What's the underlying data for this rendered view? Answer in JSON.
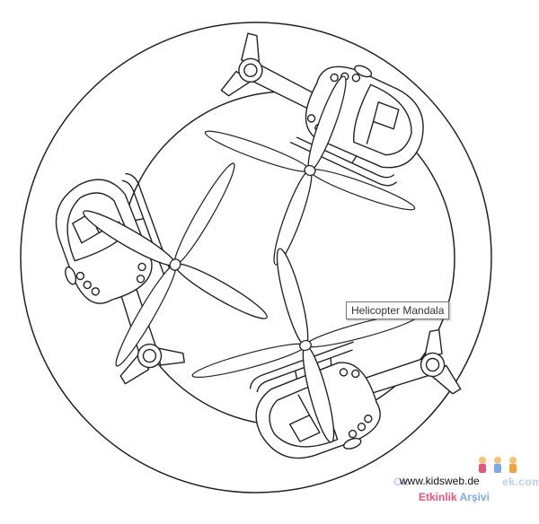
{
  "tooltip": {
    "text": "Helicopter Mandala"
  },
  "watermark": {
    "url": "www.kidsweb.de",
    "brand_left": "Ok",
    "brand_right": "ek.com",
    "sub_word1": "Etkinlik",
    "sub_word2": "Arşivi"
  },
  "colors": {
    "line": "#222222",
    "background": "#ffffff",
    "brand_pink": "#e8557a",
    "brand_blue": "#7fa8e8"
  }
}
